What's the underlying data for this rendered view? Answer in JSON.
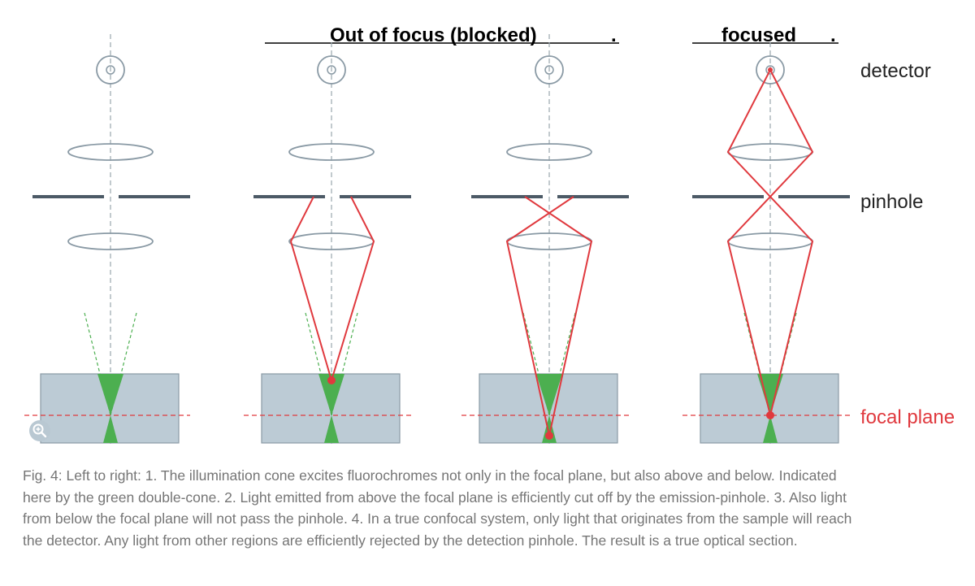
{
  "headers": {
    "out_of_focus": "Out of focus (blocked)",
    "out_of_focus_end": ".",
    "focused": "focused",
    "focused_end": "."
  },
  "labels": {
    "detector": "detector",
    "pinhole": "pinhole",
    "focal_plane": "focal plane"
  },
  "caption": "Fig. 4: Left to right: 1. The illumination cone excites fluorochromes not only in the focal plane, but also above and below. Indicated here by the green double-cone. 2. Light emitted from above the focal plane is efficiently cut off by the emission-pinhole. 3. Also light from below the focal plane will not pass the pinhole. 4. In a true confocal system, only light that originates from the sample will reach the detector. Any light from other regions are efficiently rejected by the detection pinhole. The result is a true optical section.",
  "colors": {
    "ray": "#e0393e",
    "cone": "#4caf50",
    "sample": "#bccbd5",
    "optics": "#8a9aa5",
    "pinhole": "#4c5a66",
    "focal_label": "#e0393e"
  },
  "icons": {
    "zoom": "zoom-in-icon"
  }
}
